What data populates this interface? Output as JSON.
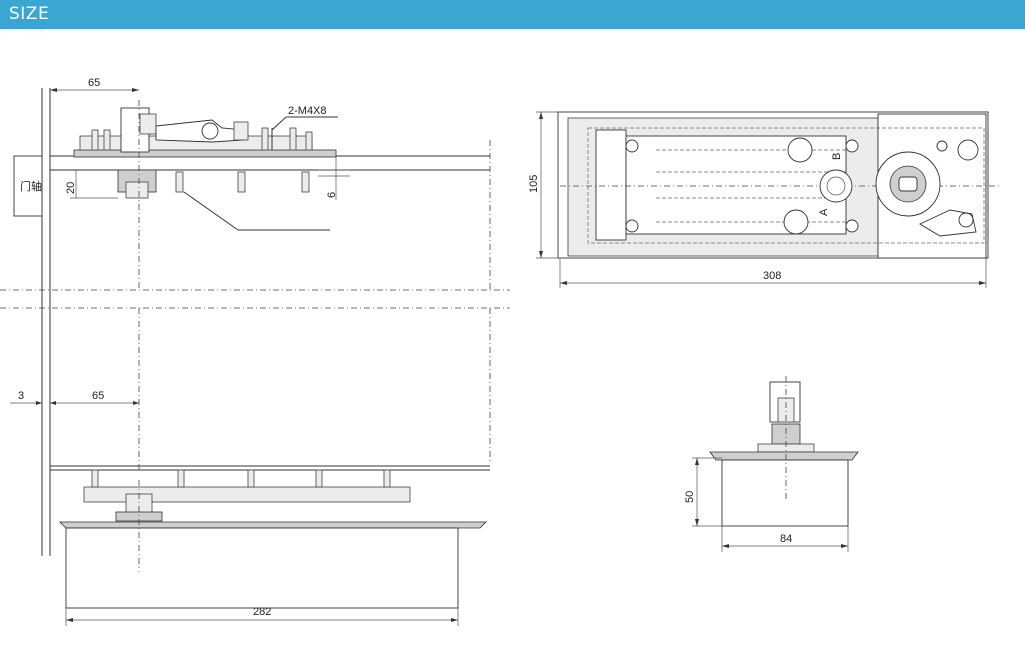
{
  "header": {
    "title": "SIZE",
    "color": "#3aa7d3"
  },
  "drawing": {
    "side_view": {
      "dim_width_top": "65",
      "label_screw": "2-M4X8",
      "label_pivot": "门轴",
      "dim_height_left": "20",
      "dim_height_right": "6"
    },
    "middle": {
      "dim_gap": "3",
      "dim_offset": "65"
    },
    "front_view": {
      "dim_length": "282"
    },
    "top_view": {
      "dim_width": "105",
      "dim_length": "308",
      "label_a": "A",
      "label_b": "B"
    },
    "end_view": {
      "dim_height": "50",
      "dim_width": "84"
    }
  }
}
